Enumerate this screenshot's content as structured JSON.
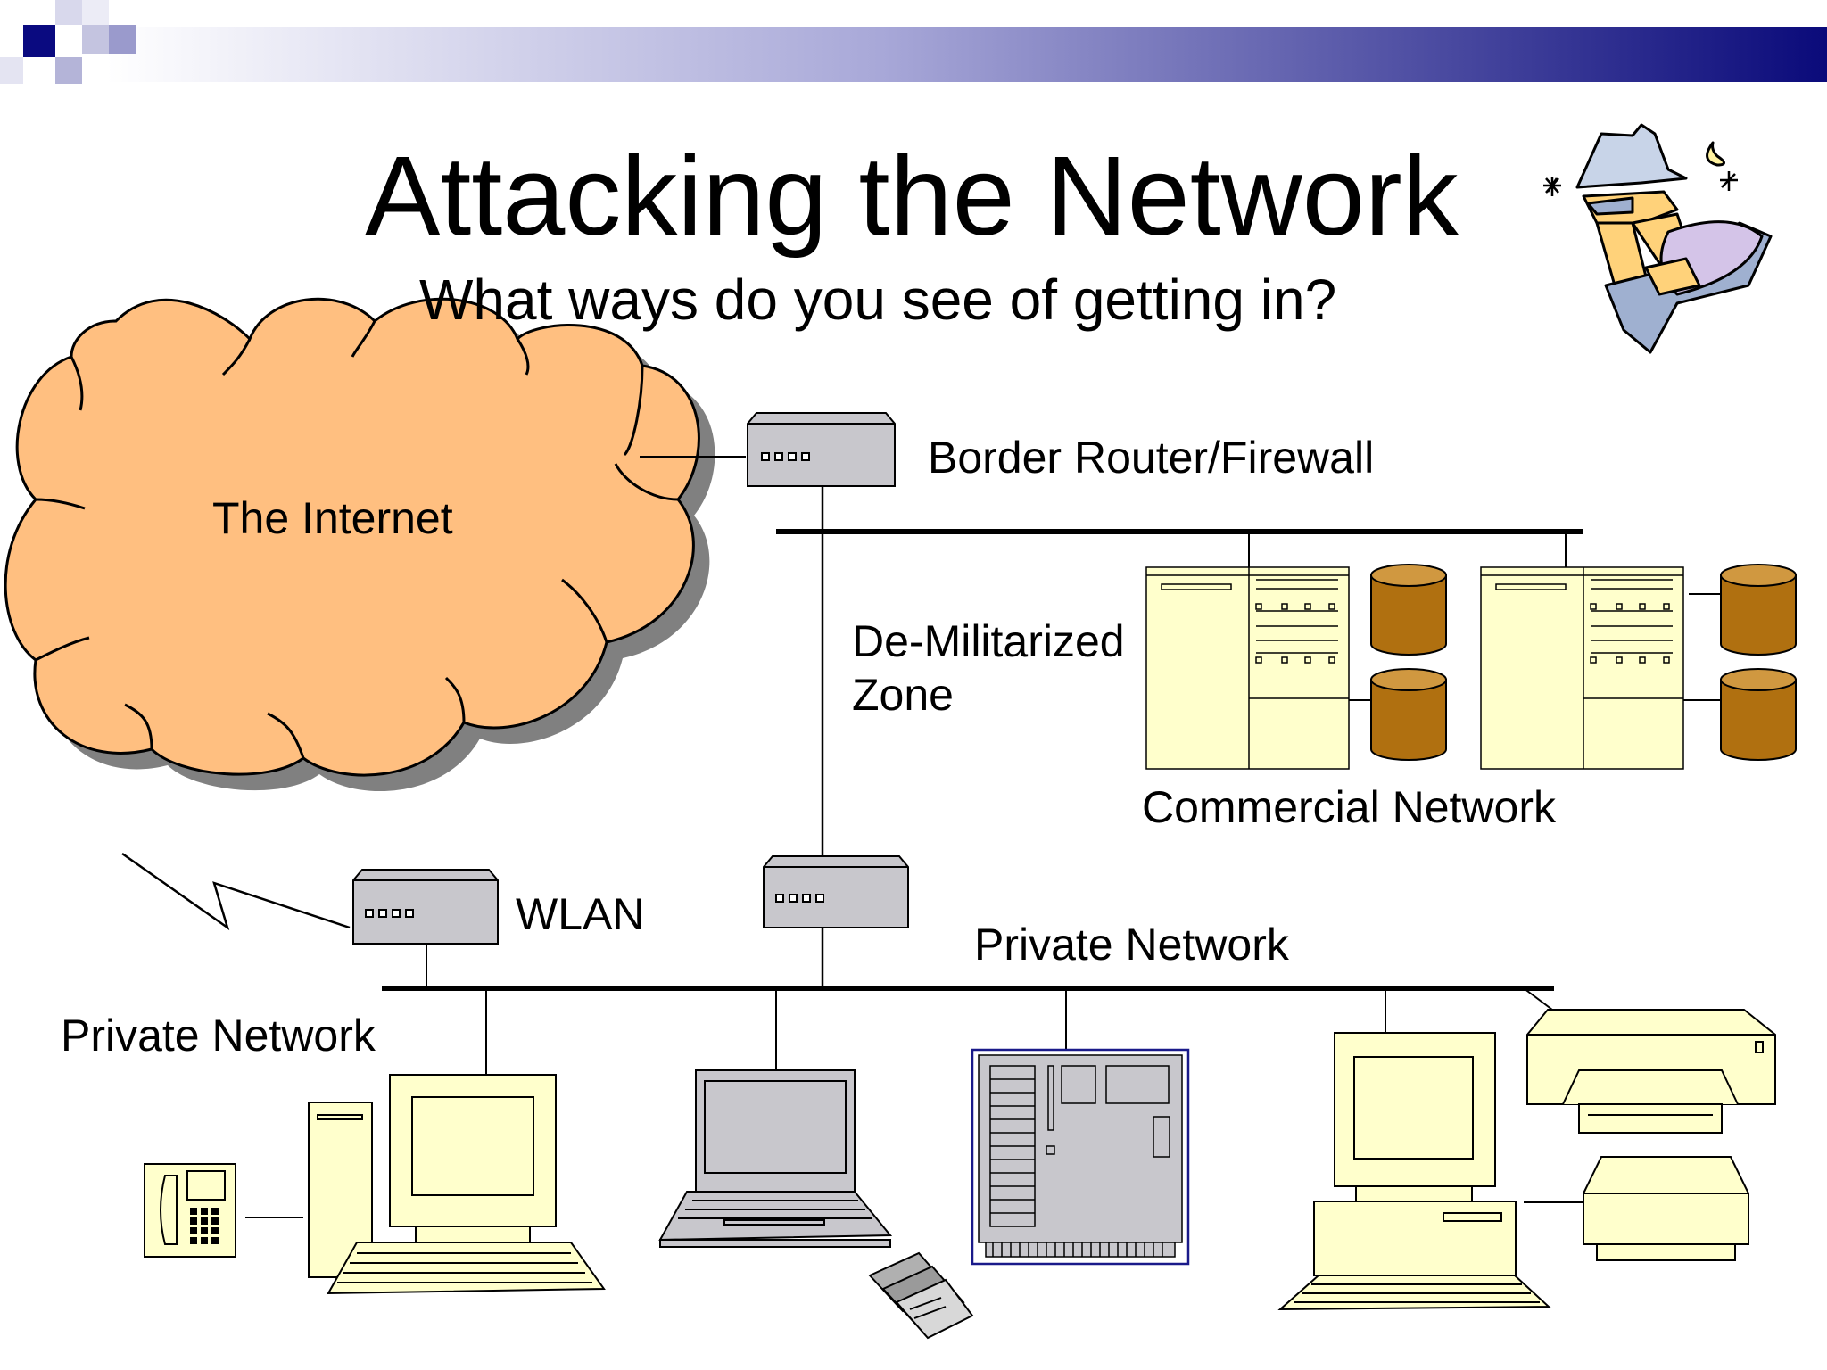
{
  "slide": {
    "title": "Attacking the Network",
    "subtitle": "What ways do you see of getting in?"
  },
  "labels": {
    "internet": "The Internet",
    "border_router": "Border Router/Firewall",
    "dmz_line1": "De-Militarized",
    "dmz_line2": "Zone",
    "commercial": "Commercial Network",
    "wlan": "WLAN",
    "private_right": "Private Network",
    "private_left": "Private Network"
  },
  "colors": {
    "header_dark": "#0a0a7a",
    "cloud_fill": "#ffbf80",
    "device_gray": "#c8c7cc",
    "server_cream": "#ffffcc",
    "disk_brown": "#b07010",
    "panel_border": "#1a1a8a"
  },
  "icons": [
    "spy-clipart-icon",
    "cloud-icon",
    "router-icon",
    "server-rack-icon",
    "database-icon",
    "desktop-computer-icon",
    "laptop-icon",
    "phone-icon",
    "printer-icon",
    "floppy-disks-icon",
    "circuit-board-icon",
    "wireless-signal-icon"
  ]
}
